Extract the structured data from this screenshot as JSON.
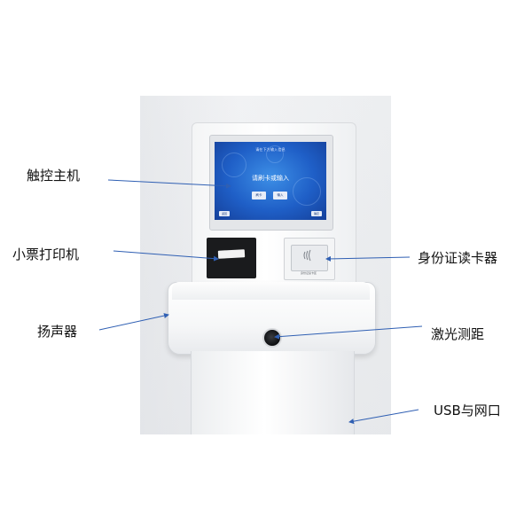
{
  "labels": {
    "touch_host": "触控主机",
    "ticket_printer": "小票打印机",
    "speaker": "扬声器",
    "id_card_reader": "身份证读卡器",
    "laser_ranging": "激光测距",
    "usb_network": "USB与网口"
  },
  "screen": {
    "title": "请在下方输入信息",
    "prompt": "请刷卡或输入",
    "button_left": "刷卡",
    "button_right": "输入",
    "corner_left": "返回",
    "corner_right": "确定"
  },
  "card_reader": {
    "caption": "身份证读卡区"
  },
  "colors": {
    "arrow": "#2f5fb3",
    "screen": "#1f5fc7"
  }
}
